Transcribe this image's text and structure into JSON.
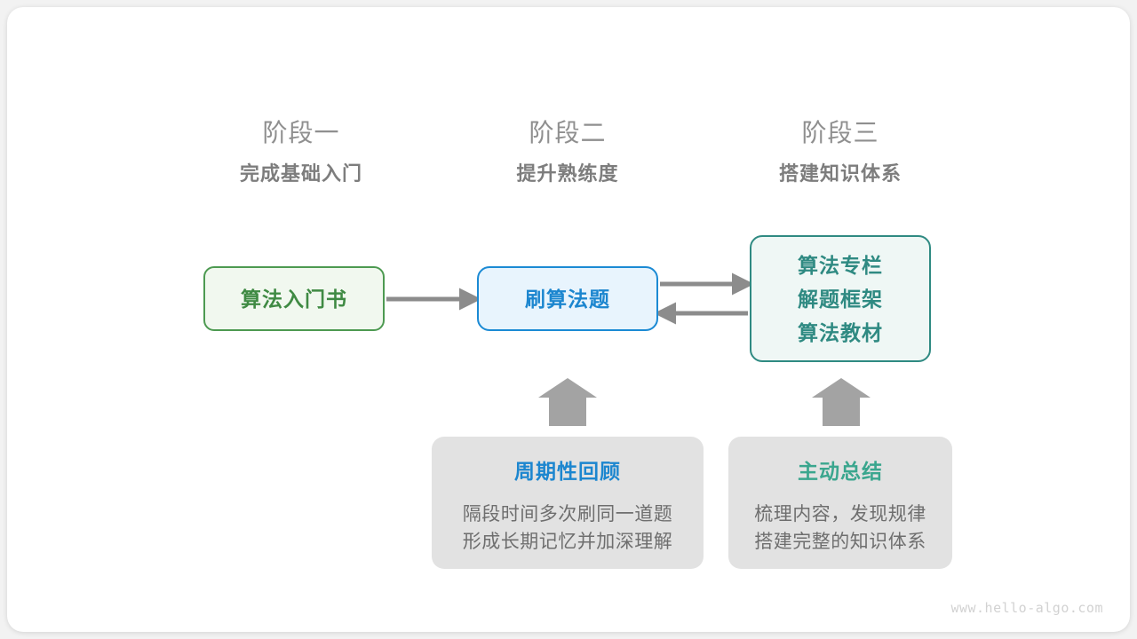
{
  "diagram": {
    "title": "algorithm-learning-roadmap",
    "watermark": "www.hello-algo.com",
    "colors": {
      "card_bg": "#ffffff",
      "page_bg": "#f2f2f2",
      "green": "#4d9a51",
      "green_fill": "#f1f8ef",
      "blue": "#1b8ad4",
      "blue_fill": "#e8f4fd",
      "teal": "#2f8a82",
      "teal_fill": "#eff7f5",
      "note_fill": "#e2e2e2",
      "arrow_gray": "#8c8c8c",
      "label_gray": "#8f8f8f",
      "body_gray": "#6e6e6e"
    }
  },
  "stages": [
    {
      "name": "阶段一",
      "desc": "完成基础入门"
    },
    {
      "name": "阶段二",
      "desc": "提升熟练度"
    },
    {
      "name": "阶段三",
      "desc": "搭建知识体系"
    }
  ],
  "nodes": {
    "book": {
      "lines": [
        "算法入门书"
      ]
    },
    "practice": {
      "lines": [
        "刷算法题"
      ]
    },
    "system": {
      "lines": [
        "算法专栏",
        "解题框架",
        "算法教材"
      ]
    }
  },
  "notes": [
    {
      "title": "周期性回顾",
      "body": [
        "隔段时间多次刷同一道题",
        "形成长期记忆并加深理解"
      ]
    },
    {
      "title": "主动总结",
      "body": [
        "梳理内容，发现规律",
        "搭建完整的知识体系"
      ]
    }
  ]
}
